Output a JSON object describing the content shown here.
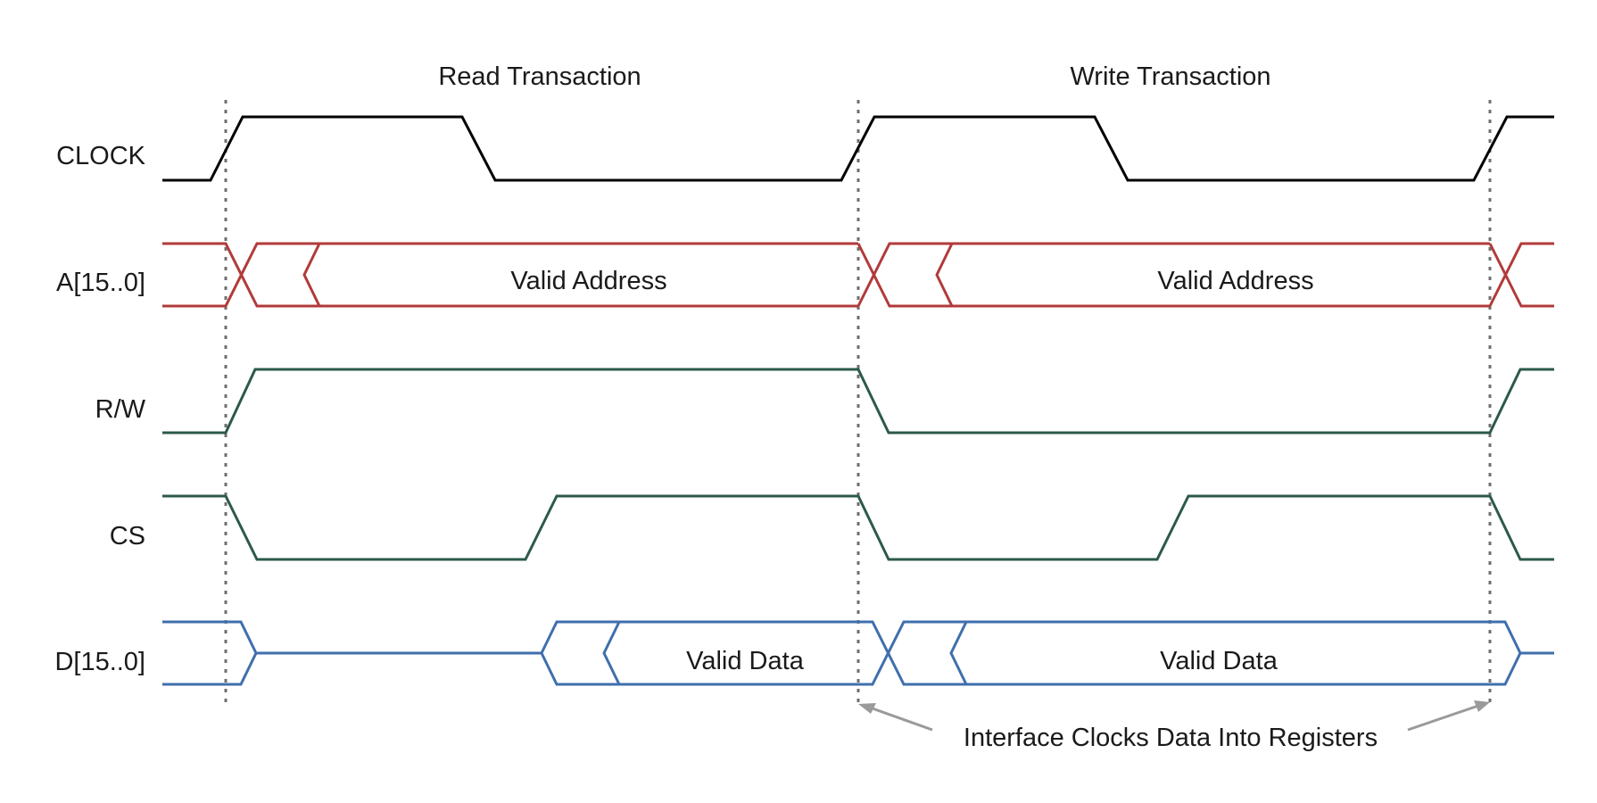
{
  "transactions": [
    {
      "label": "Read Transaction"
    },
    {
      "label": "Write Transaction"
    }
  ],
  "signals": {
    "clock": {
      "name": "CLOCK",
      "color": "#000000"
    },
    "address": {
      "name": "A[15..0]",
      "color": "#b23a3a",
      "valid_label": "Valid Address"
    },
    "rw": {
      "name": "R/W",
      "color": "#2c5a48"
    },
    "cs": {
      "name": "CS",
      "color": "#2c5a48"
    },
    "data": {
      "name": "D[15..0]",
      "color": "#3f6fad",
      "valid_label": "Valid Data"
    }
  },
  "annotation": {
    "text": "Interface Clocks Data Into Registers",
    "color": "#9a9a9a"
  },
  "marker_color": "#6f6f6f"
}
